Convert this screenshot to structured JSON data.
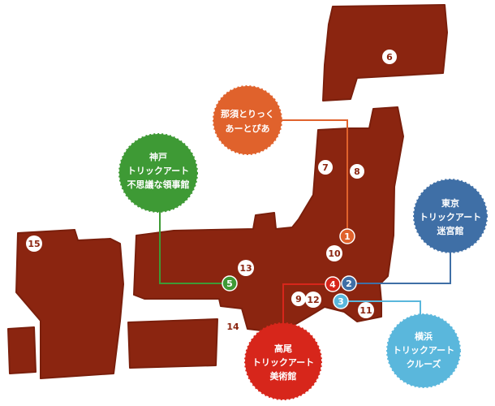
{
  "colors": {
    "land": "#8b2510",
    "nasu": "#e0622c",
    "tokyo": "#3f6fa6",
    "yokohama": "#5ab7dc",
    "takao": "#d7261b",
    "kobe": "#3e9a35"
  },
  "callouts": {
    "nasu": {
      "lines": [
        "那須とりっく",
        "あーとぴあ"
      ]
    },
    "kobe": {
      "lines": [
        "神戸",
        "トリックアート",
        "不思議な領事館"
      ]
    },
    "tokyo": {
      "lines": [
        "東京",
        "トリックアート",
        "迷宮館"
      ]
    },
    "yokohama": {
      "lines": [
        "横浜",
        "トリックアート",
        "クルーズ"
      ]
    },
    "takao": {
      "lines": [
        "高尾",
        "トリックアート",
        "美術館"
      ]
    }
  },
  "markers": [
    {
      "label": "1",
      "style": "nasu"
    },
    {
      "label": "2",
      "style": "tokyo"
    },
    {
      "label": "3",
      "style": "yokohama"
    },
    {
      "label": "4",
      "style": "takao"
    },
    {
      "label": "5",
      "style": "kobe"
    },
    {
      "label": "6",
      "style": "plain"
    },
    {
      "label": "7",
      "style": "plain"
    },
    {
      "label": "8",
      "style": "plain"
    },
    {
      "label": "9",
      "style": "plain"
    },
    {
      "label": "10",
      "style": "plain"
    },
    {
      "label": "11",
      "style": "plain"
    },
    {
      "label": "12",
      "style": "plain"
    },
    {
      "label": "13",
      "style": "plain"
    },
    {
      "label": "14",
      "style": "plain"
    },
    {
      "label": "15",
      "style": "plain"
    }
  ]
}
